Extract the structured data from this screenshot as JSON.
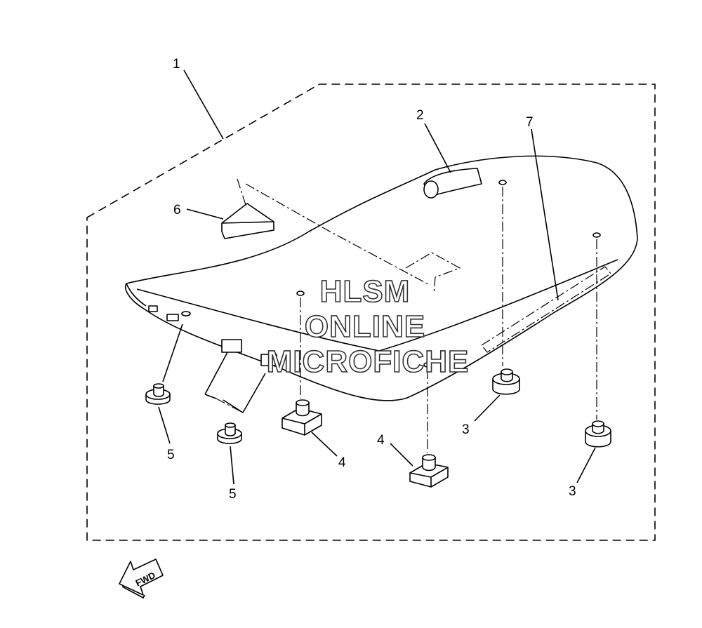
{
  "callouts": {
    "c1": "1",
    "c2": "2",
    "c3a": "3",
    "c3b": "3",
    "c4a": "4",
    "c4b": "4",
    "c5a": "5",
    "c5b": "5",
    "c6": "6",
    "c7": "7"
  },
  "watermark": {
    "line1": "HLSM",
    "line2": "ONLINE",
    "line3": "MICROFICHE"
  },
  "fwd_label": "FWD"
}
